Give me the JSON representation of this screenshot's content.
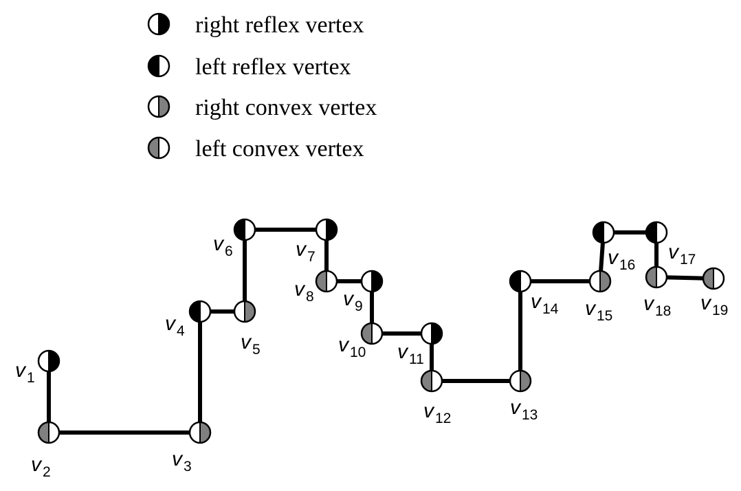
{
  "colors": {
    "reflex_fill": "#000000",
    "convex_fill": "#808080",
    "blank_fill": "#ffffff",
    "edge": "#000000",
    "outline": "#000000"
  },
  "legend": [
    {
      "kind": "right-reflex",
      "label": "right reflex vertex"
    },
    {
      "kind": "left-reflex",
      "label": "left reflex vertex"
    },
    {
      "kind": "right-convex",
      "label": "right convex vertex"
    },
    {
      "kind": "left-convex",
      "label": "left convex vertex"
    }
  ],
  "vertices": [
    {
      "id": "v1",
      "letter": "v",
      "sub": "1",
      "kind": "right-reflex"
    },
    {
      "id": "v2",
      "letter": "v",
      "sub": "2",
      "kind": "left-convex"
    },
    {
      "id": "v3",
      "letter": "v",
      "sub": "3",
      "kind": "right-convex"
    },
    {
      "id": "v4",
      "letter": "v",
      "sub": "4",
      "kind": "left-reflex"
    },
    {
      "id": "v5",
      "letter": "v",
      "sub": "5",
      "kind": "right-convex"
    },
    {
      "id": "v6",
      "letter": "v",
      "sub": "6",
      "kind": "left-reflex"
    },
    {
      "id": "v7",
      "letter": "v",
      "sub": "7",
      "kind": "right-reflex"
    },
    {
      "id": "v8",
      "letter": "v",
      "sub": "8",
      "kind": "left-convex"
    },
    {
      "id": "v9",
      "letter": "v",
      "sub": "9",
      "kind": "right-reflex"
    },
    {
      "id": "v10",
      "letter": "v",
      "sub": "10",
      "kind": "left-convex"
    },
    {
      "id": "v11",
      "letter": "v",
      "sub": "11",
      "kind": "right-reflex"
    },
    {
      "id": "v12",
      "letter": "v",
      "sub": "12",
      "kind": "left-convex"
    },
    {
      "id": "v13",
      "letter": "v",
      "sub": "13",
      "kind": "right-convex"
    },
    {
      "id": "v14",
      "letter": "v",
      "sub": "14",
      "kind": "left-reflex"
    },
    {
      "id": "v15",
      "letter": "v",
      "sub": "15",
      "kind": "right-convex"
    },
    {
      "id": "v16",
      "letter": "v",
      "sub": "16",
      "kind": "left-reflex"
    },
    {
      "id": "v17",
      "letter": "v",
      "sub": "17",
      "kind": "left-reflex"
    },
    {
      "id": "v18",
      "letter": "v",
      "sub": "18",
      "kind": "left-convex"
    },
    {
      "id": "v19",
      "letter": "v",
      "sub": "19",
      "kind": "left-convex"
    }
  ],
  "edges": [
    [
      "v1",
      "v2"
    ],
    [
      "v2",
      "v3"
    ],
    [
      "v3",
      "v4"
    ],
    [
      "v4",
      "v5"
    ],
    [
      "v5",
      "v6"
    ],
    [
      "v6",
      "v7"
    ],
    [
      "v7",
      "v8"
    ],
    [
      "v8",
      "v9"
    ],
    [
      "v9",
      "v10"
    ],
    [
      "v10",
      "v11"
    ],
    [
      "v11",
      "v12"
    ],
    [
      "v12",
      "v13"
    ],
    [
      "v13",
      "v14"
    ],
    [
      "v14",
      "v15"
    ],
    [
      "v15",
      "v16"
    ],
    [
      "v16",
      "v17"
    ],
    [
      "v17",
      "v18"
    ],
    [
      "v18",
      "v19"
    ]
  ]
}
